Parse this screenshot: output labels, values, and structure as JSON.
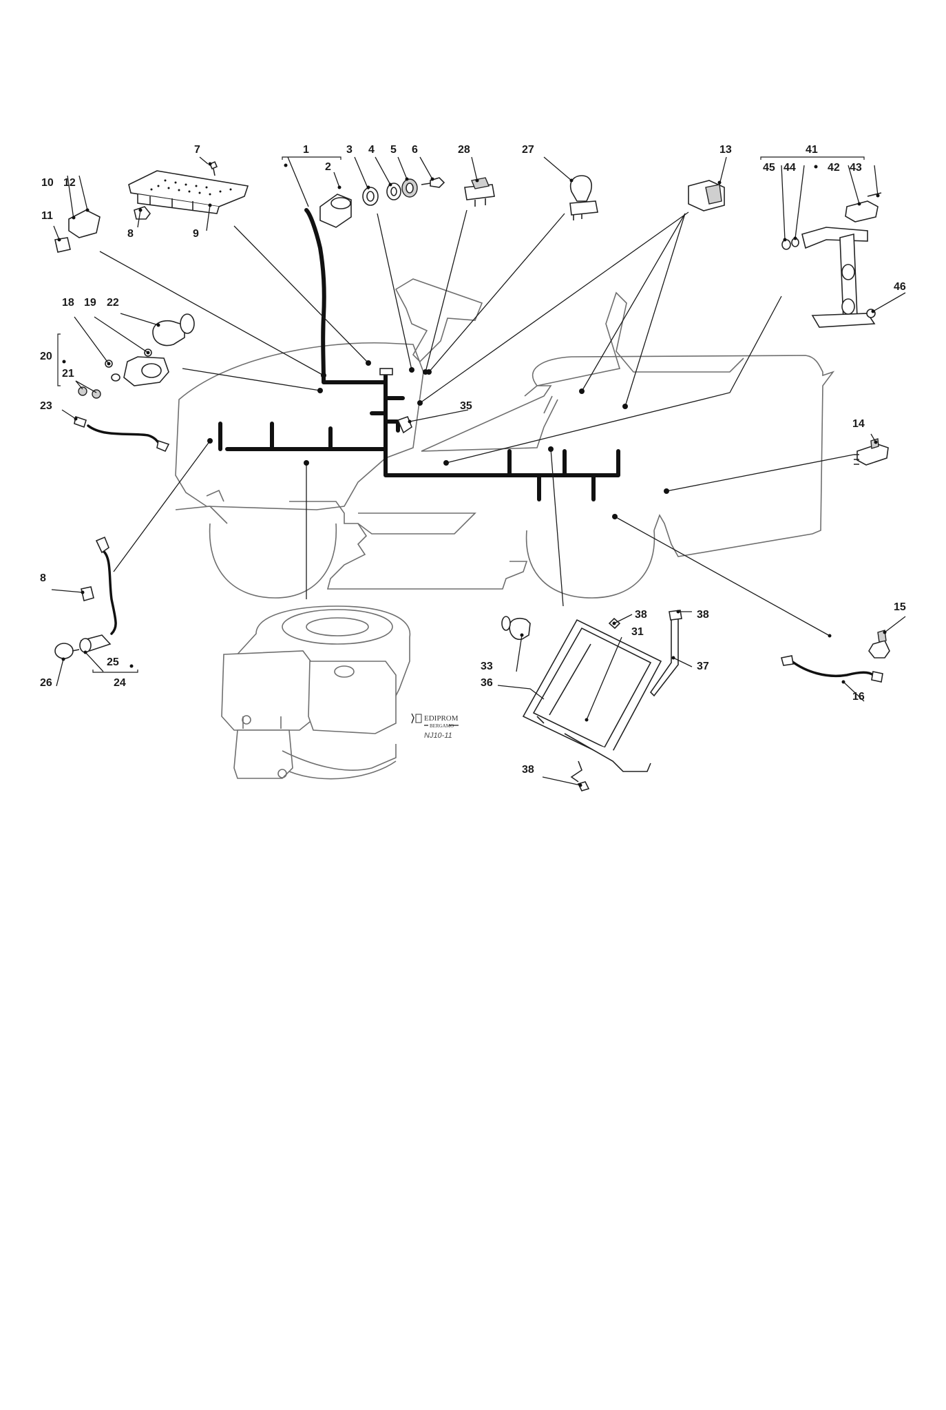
{
  "figure": {
    "labels": {
      "p1": "1",
      "p2": "2",
      "p3": "3",
      "p4": "4",
      "p5": "5",
      "p6": "6",
      "p7": "7",
      "p8a": "8",
      "p8b": "8",
      "p9": "9",
      "p10": "10",
      "p11": "11",
      "p12": "12",
      "p13": "13",
      "p14": "14",
      "p15": "15",
      "p16": "16",
      "p18": "18",
      "p19": "19",
      "p20": "20",
      "p21": "21",
      "p22": "22",
      "p23": "23",
      "p24": "24",
      "p25": "25",
      "p26": "26",
      "p27": "27",
      "p28": "28",
      "p31": "31",
      "p33": "33",
      "p35": "35",
      "p36": "36",
      "p37": "37",
      "p38a": "38",
      "p38b": "38",
      "p38c": "38",
      "p41": "41",
      "p42": "42",
      "p43": "43",
      "p44": "44",
      "p45": "45",
      "p46": "46"
    },
    "brand": "EDIPROM",
    "brand_sub": "BERGAMO",
    "drawing_code": "NJ10-11"
  }
}
